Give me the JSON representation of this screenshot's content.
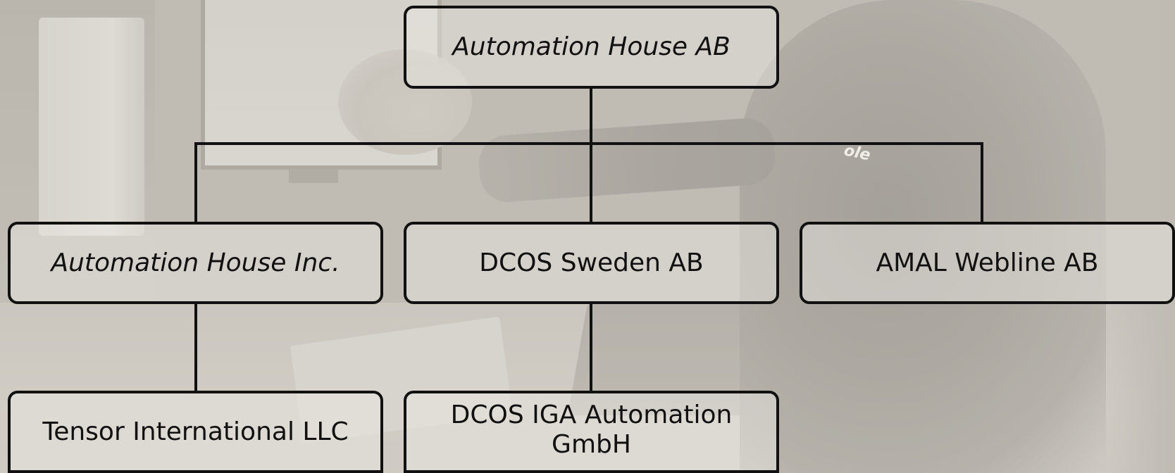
{
  "org_chart": {
    "root": {
      "label": "Automation House AB",
      "italic": true
    },
    "level1": [
      {
        "label": "Automation House Inc.",
        "italic": true
      },
      {
        "label": "DCOS Sweden AB",
        "italic": false
      },
      {
        "label": "AMAL Webline AB",
        "italic": false
      }
    ],
    "level2": [
      {
        "label": "Tensor International LLC",
        "parent": "Automation House Inc."
      },
      {
        "label": "DCOS IGA Automation GmbH",
        "parent": "DCOS Sweden AB"
      }
    ]
  },
  "background": {
    "logo_text": "ole",
    "colors": {
      "box_border": "#111111",
      "line": "#111111",
      "tone": "#b9b6ae"
    }
  }
}
